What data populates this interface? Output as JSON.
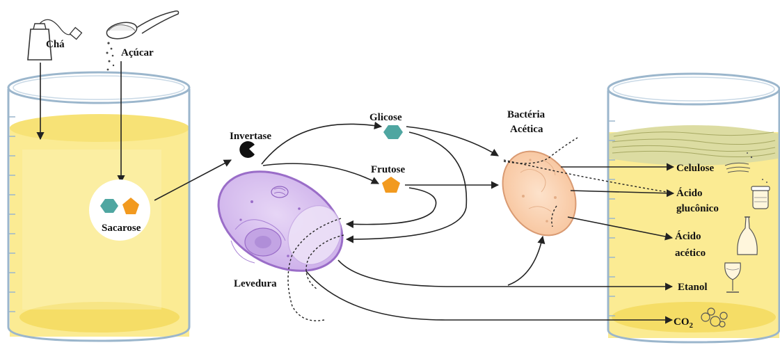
{
  "ingredients": {
    "tea": "Chá",
    "sugar": "Açúcar"
  },
  "sucrose": "Sacarose",
  "invertase": "Invertase",
  "yeast": "Levedura",
  "glucose": "Glicose",
  "fructose": "Frutose",
  "bacteria": {
    "line1": "Bactéria",
    "line2": "Acética"
  },
  "products": {
    "cellulose": "Celulose",
    "gluconic_line1": "Ácido",
    "gluconic_line2": "glucônico",
    "acetic_line1": "Ácido",
    "acetic_line2": "acético",
    "ethanol": "Etanol",
    "co2_base": "CO",
    "co2_sub": "2"
  },
  "colors": {
    "liquid": "#fbeb93",
    "liquid_light": "#fdf3bf",
    "liquid_deep": "#f6e06d",
    "glass": "#9bb6cc",
    "yeast_fill": "#d9c3ee",
    "yeast_stroke": "#9a6dc8",
    "bacteria_fill": "#fbd3b2",
    "bacteria_stroke": "#d99a72",
    "glucose": "#4fa6a1",
    "fructose": "#f29a1f",
    "film": "#d4d49a"
  }
}
